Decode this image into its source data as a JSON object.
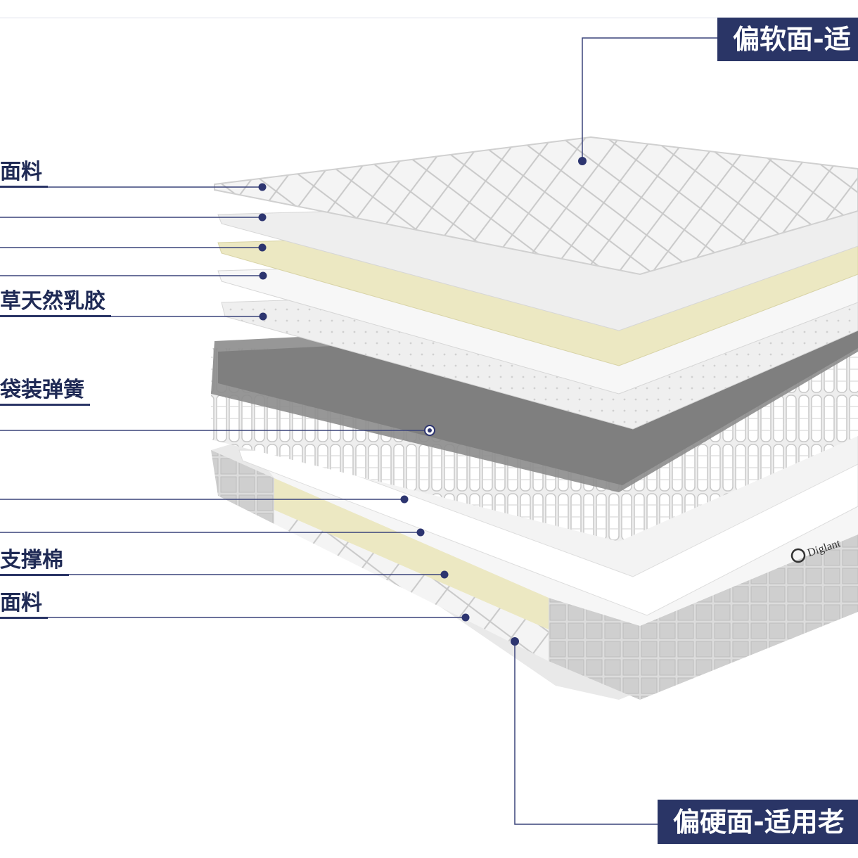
{
  "top_banner": {
    "text": "偏软面-适"
  },
  "bottom_banner": {
    "text": "偏硬面-适用老"
  },
  "layer_labels": [
    {
      "text": "面料"
    },
    {
      "text": "草天然乳胶"
    },
    {
      "text": "袋装弹簧"
    },
    {
      "text": "支撑棉"
    },
    {
      "text": "面料"
    }
  ],
  "brand": {
    "logo_text": "Diglant"
  },
  "colors": {
    "accent_navy": "#2a3566",
    "marker_dot": "#2d3570",
    "latex_yellow": "#ece8c2",
    "felt_grey": "#8c8c8c"
  }
}
